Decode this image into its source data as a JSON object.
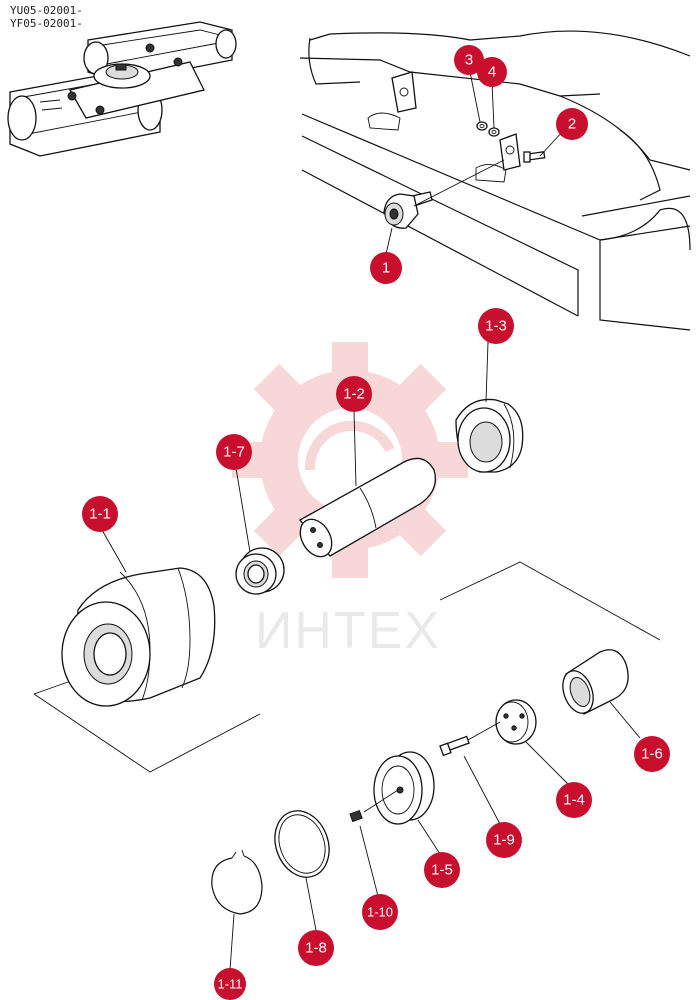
{
  "serials": [
    "YU05-02001-",
    "YF05-02001-"
  ],
  "watermark": {
    "text": "ИНТЕХ",
    "color": "#f2b8b8"
  },
  "callout_color": "#c8102e",
  "callouts": [
    "1",
    "2",
    "3",
    "4",
    "1-1",
    "1-2",
    "1-3",
    "1-4",
    "1-5",
    "1-6",
    "1-7",
    "1-8",
    "1-9",
    "1-10",
    "1-11"
  ]
}
